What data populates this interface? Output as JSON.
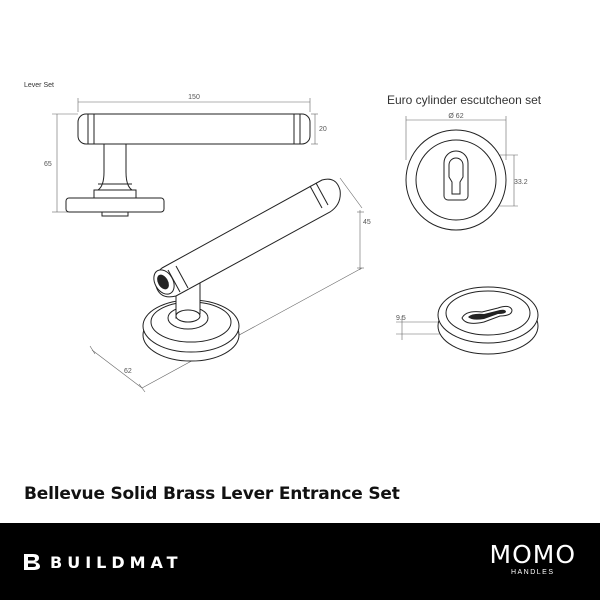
{
  "labels": {
    "lever_set": "Lever Set",
    "euro_title": "Euro cylinder escutcheon set"
  },
  "dimensions": {
    "lever_width": "150",
    "lever_bar_height": "20",
    "lever_height": "65",
    "lever_depth": "45",
    "rose_diameter": "62",
    "escutcheon_diameter": "Ø 62",
    "keyhole_height": "33.2",
    "escutcheon_thickness": "9.5"
  },
  "product": {
    "title": "Bellevue Solid Brass Lever Entrance Set"
  },
  "footer": {
    "left_brand": "BUILDMAT",
    "right_brand": "MOMO",
    "right_brand_sub": "HANDLES",
    "background": "#000000",
    "text_color": "#ffffff"
  }
}
